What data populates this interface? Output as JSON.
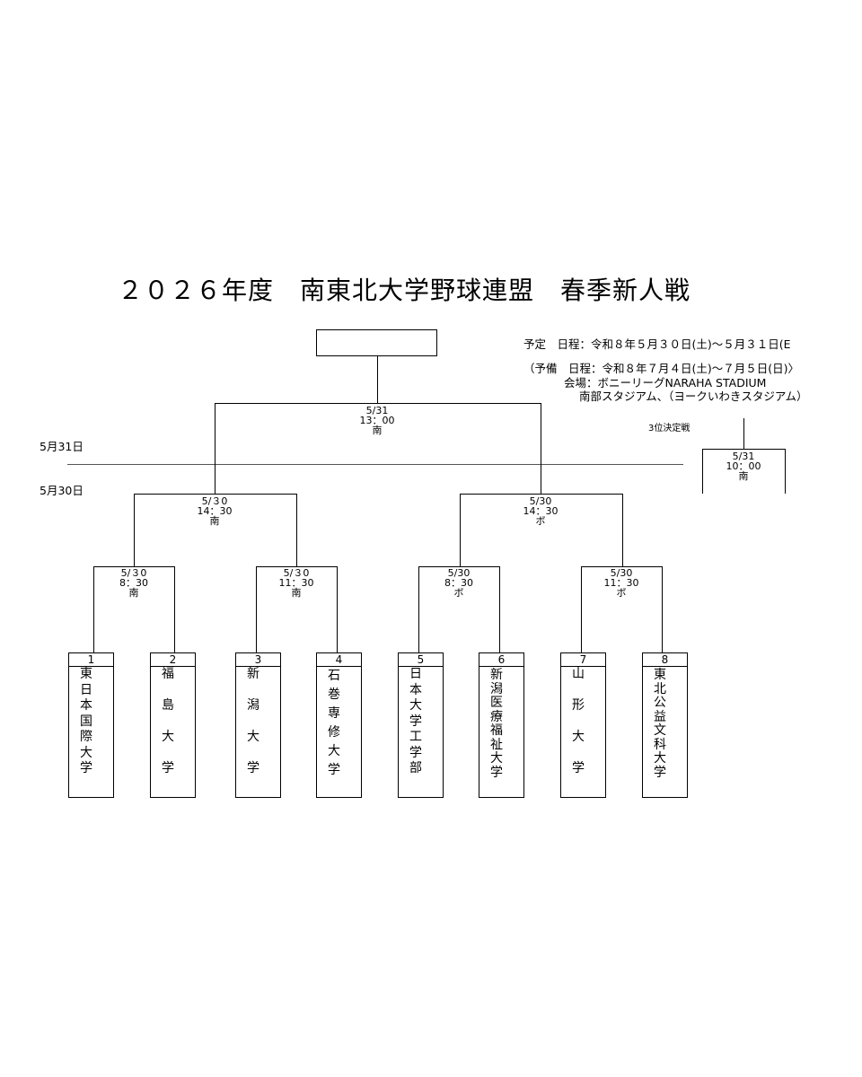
{
  "title": "２０２６年度　南東北大学野球連盟　春季新人戦",
  "schedule": {
    "line1": "予定　日程：令和８年５月３０日(土)～５月３１日(E",
    "line2": "（予備　日程：令和８年７月４日(土)～７月５日(日)〉",
    "line3": "会場：ボニーリーグNARAHA STADIUM",
    "line4": "南部スタジアム、（ヨークいわきスタジアム）"
  },
  "date_labels": {
    "day2": "5月31日",
    "day1": "5月30日"
  },
  "third_place": {
    "label": "3位決定戦",
    "date": "5/31",
    "time": "10：00",
    "venue": "南"
  },
  "final": {
    "date": "5/31",
    "time": "13：00",
    "venue": "南"
  },
  "semis": [
    {
      "date": "5/３0",
      "time": "14：30",
      "venue": "南"
    },
    {
      "date": "5/30",
      "time": "14：30",
      "venue": "ボ"
    }
  ],
  "first_round": [
    {
      "date": "5/３0",
      "time": "8：30",
      "venue": "南"
    },
    {
      "date": "5/３0",
      "time": "11：30",
      "venue": "南"
    },
    {
      "date": "5/30",
      "time": "8：30",
      "venue": "ボ"
    },
    {
      "date": "5/30",
      "time": "11：30",
      "venue": "ボ"
    }
  ],
  "teams": [
    {
      "num": "1",
      "chars": [
        "東",
        "日",
        "本",
        "国",
        "際",
        "大",
        "学"
      ]
    },
    {
      "num": "2",
      "chars": [
        "福",
        "",
        "島",
        "",
        "大",
        "",
        "学"
      ]
    },
    {
      "num": "3",
      "chars": [
        "新",
        "",
        "潟",
        "",
        "大",
        "",
        "学"
      ]
    },
    {
      "num": "4",
      "chars": [
        "石",
        "巻",
        "専",
        "修",
        "大",
        "学"
      ]
    },
    {
      "num": "5",
      "chars": [
        "日",
        "本",
        "大",
        "学",
        "工",
        "学",
        "部"
      ]
    },
    {
      "num": "6",
      "chars": [
        "新",
        "潟",
        "医",
        "療",
        "福",
        "祉",
        "大",
        "学"
      ]
    },
    {
      "num": "7",
      "chars": [
        "山",
        "",
        "形",
        "",
        "大",
        "",
        "学"
      ]
    },
    {
      "num": "8",
      "chars": [
        "東",
        "北",
        "公",
        "益",
        "文",
        "科",
        "大",
        "学"
      ]
    }
  ]
}
